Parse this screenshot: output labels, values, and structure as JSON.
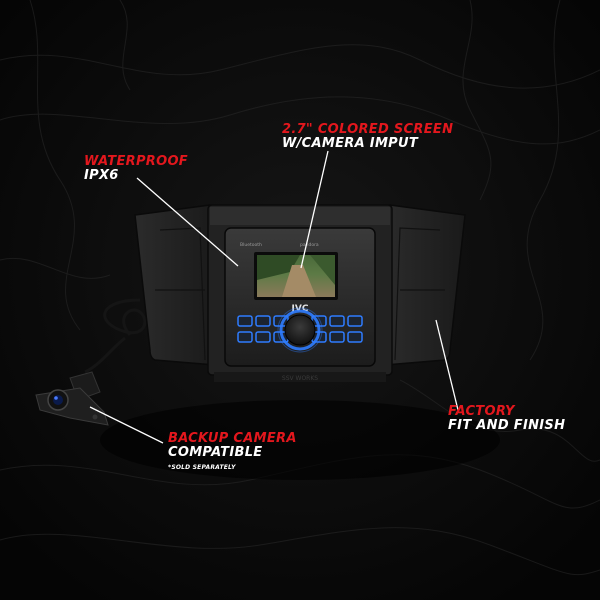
{
  "callouts": {
    "waterproof": {
      "title": "WATERPROOF",
      "subtitle": "IPX6"
    },
    "screen": {
      "title": "2.7\" COLORED SCREEN",
      "subtitle": "W/CAMERA IMPUT"
    },
    "factory": {
      "title": "FACTORY",
      "subtitle": "FIT AND FINISH"
    },
    "camera": {
      "title": "BACKUP CAMERA",
      "subtitle": "COMPATIBLE",
      "note": "*SOLD SEPARATELY"
    }
  },
  "device": {
    "brand": "JVC"
  },
  "colors": {
    "accent_red": "#e3171d",
    "background": "#0d0d0d",
    "button_glow": "#2f7cff"
  }
}
